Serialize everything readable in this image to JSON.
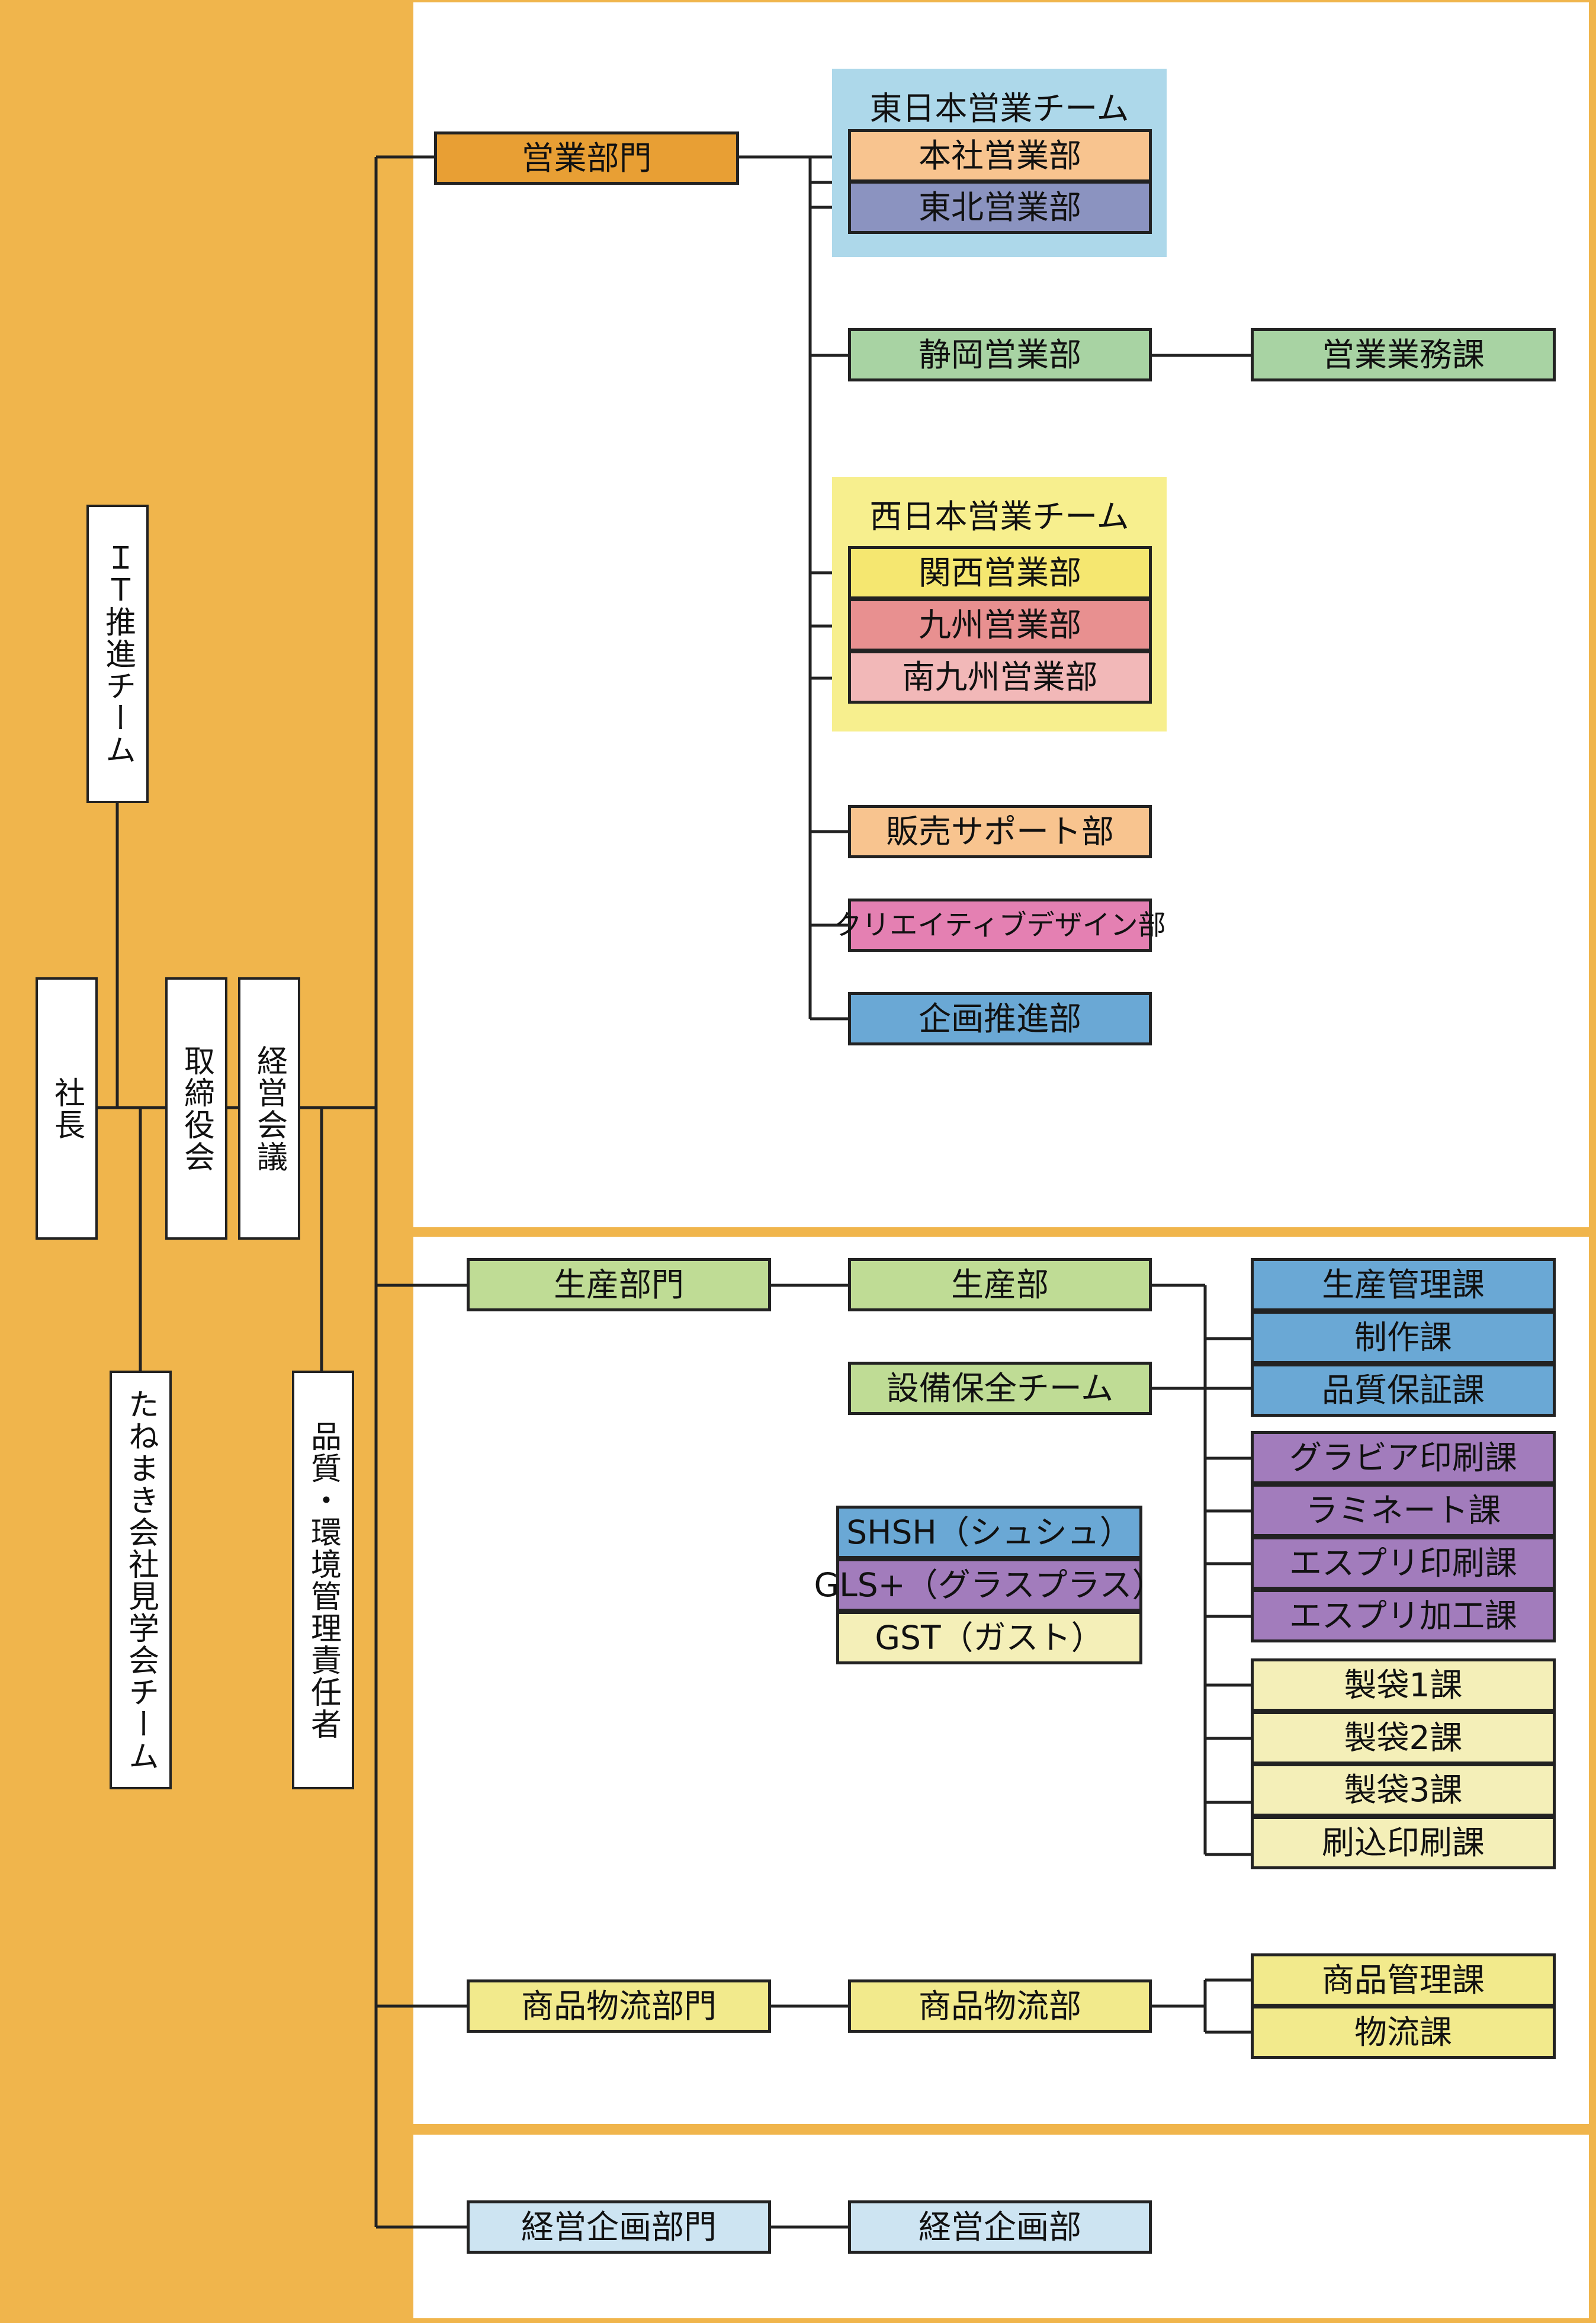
{
  "leadership": {
    "president": "社長",
    "board": "取締役会",
    "management_meeting": "経営会議",
    "it_team": "ＩＴ推進チーム",
    "tour_team": "たねまき会社見学会チーム",
    "quality_env_manager": "品質・環境管理責任者"
  },
  "sales": {
    "division": "営業部門",
    "east_team": {
      "title": "東日本営業チーム",
      "depts": [
        "本社営業部",
        "東北営業部"
      ]
    },
    "shizuoka": "静岡営業部",
    "sales_affairs": "営業業務課",
    "west_team": {
      "title": "西日本営業チーム",
      "depts": [
        "関西営業部",
        "九州営業部",
        "南九州営業部"
      ]
    },
    "sales_support": "販売サポート部",
    "creative_design": "クリエイティブデザイン部",
    "planning_promotion": "企画推進部"
  },
  "production": {
    "division": "生産部門",
    "dept": "生産部",
    "maintenance_team": "設備保全チーム",
    "sections_blue": [
      "生産管理課",
      "制作課",
      "品質保証課"
    ],
    "sections_purple": [
      "グラビア印刷課",
      "ラミネート課",
      "エスプリ印刷課",
      "エスプリ加工課"
    ],
    "sections_yellow": [
      "製袋1課",
      "製袋2課",
      "製袋3課",
      "刷込印刷課"
    ],
    "groups": [
      "SHSH（シュシュ）",
      "GLS+（グラスプラス）",
      "GST（ガスト）"
    ]
  },
  "logistics": {
    "division": "商品物流部門",
    "dept": "商品物流部",
    "sections": [
      "商品管理課",
      "物流課"
    ]
  },
  "planning": {
    "division": "経営企画部門",
    "dept": "経営企画部"
  },
  "colors": {
    "background": "#f0b54c",
    "sales_division": "#e89f34",
    "east_team_bg": "#add8ea",
    "west_team_bg": "#f7ef8e",
    "honsha": "#f8c48f",
    "tohoku": "#8b93c0",
    "green": "#a8d3a3",
    "kansai": "#f5e770",
    "kyushu": "#e89090",
    "minami_kyushu": "#f2b8b8",
    "creative": "#e480b2",
    "blue": "#6aa8d5",
    "light_green": "#bfdc95",
    "purple": "#a27cbc",
    "pale_yellow": "#f4efb8",
    "light_yellow": "#f2ea8c",
    "light_blue": "#cde4f2"
  }
}
